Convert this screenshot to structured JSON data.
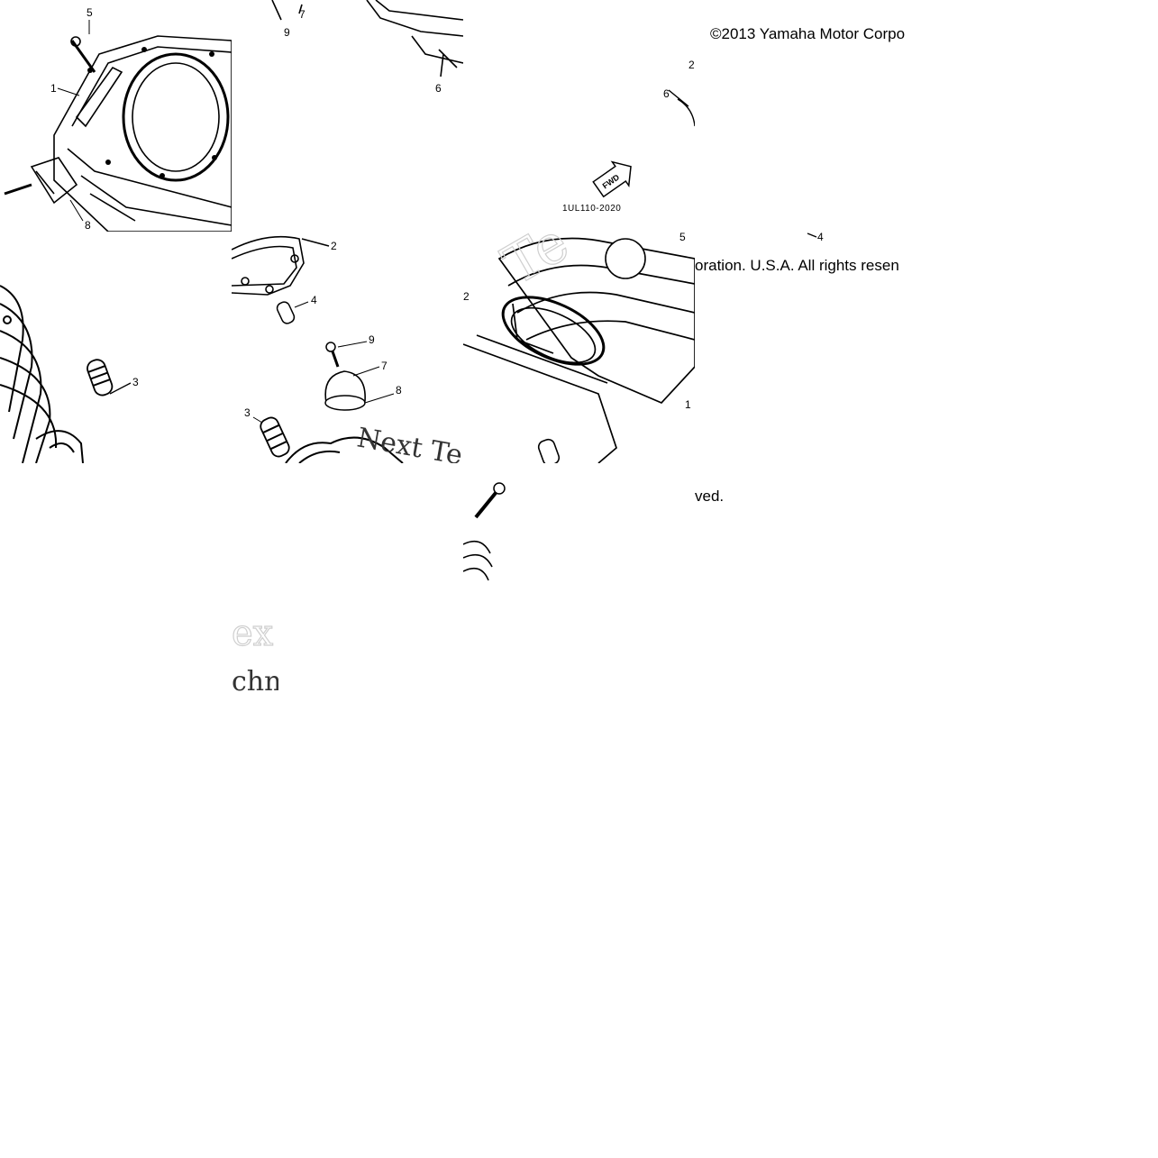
{
  "copyright": {
    "line1": "©2013 Yamaha Motor Corpo",
    "line2": "oration. U.S.A. All rights resen",
    "line3": "ved."
  },
  "diagram_code": "1UL110-2020",
  "fwd_label": "FWD",
  "watermark": {
    "text1": "Next Te",
    "text2": "chn",
    "text3": "ex"
  },
  "callouts": {
    "tile1": [
      "5",
      "1",
      "8"
    ],
    "tile2": [
      "9",
      "7",
      "6"
    ],
    "tile3": [
      "2",
      "6"
    ],
    "tile3b": [
      "4"
    ],
    "tile4": [
      "3"
    ],
    "tile5": [
      "2",
      "4",
      "9",
      "7",
      "8",
      "3"
    ],
    "tile6": [
      "5",
      "2",
      "1"
    ]
  }
}
